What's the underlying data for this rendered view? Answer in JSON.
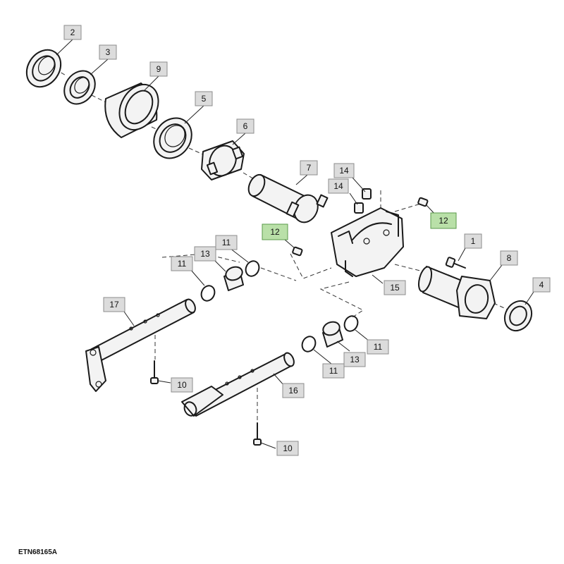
{
  "figure_id": "ETN68165A",
  "highlight_fill": "#b9e0a8",
  "callout_fill": "#dcdcdc",
  "callouts": [
    {
      "label": "2",
      "highlighted": false
    },
    {
      "label": "3",
      "highlighted": false
    },
    {
      "label": "9",
      "highlighted": false
    },
    {
      "label": "5",
      "highlighted": false
    },
    {
      "label": "6",
      "highlighted": false
    },
    {
      "label": "7",
      "highlighted": false
    },
    {
      "label": "14",
      "highlighted": false
    },
    {
      "label": "14",
      "highlighted": false
    },
    {
      "label": "12",
      "highlighted": true
    },
    {
      "label": "12",
      "highlighted": true
    },
    {
      "label": "1",
      "highlighted": false
    },
    {
      "label": "8",
      "highlighted": false
    },
    {
      "label": "4",
      "highlighted": false
    },
    {
      "label": "15",
      "highlighted": false
    },
    {
      "label": "11",
      "highlighted": false
    },
    {
      "label": "13",
      "highlighted": false
    },
    {
      "label": "11",
      "highlighted": false
    },
    {
      "label": "17",
      "highlighted": false
    },
    {
      "label": "10",
      "highlighted": false
    },
    {
      "label": "11",
      "highlighted": false
    },
    {
      "label": "13",
      "highlighted": false
    },
    {
      "label": "11",
      "highlighted": false
    },
    {
      "label": "16",
      "highlighted": false
    },
    {
      "label": "10",
      "highlighted": false
    }
  ]
}
